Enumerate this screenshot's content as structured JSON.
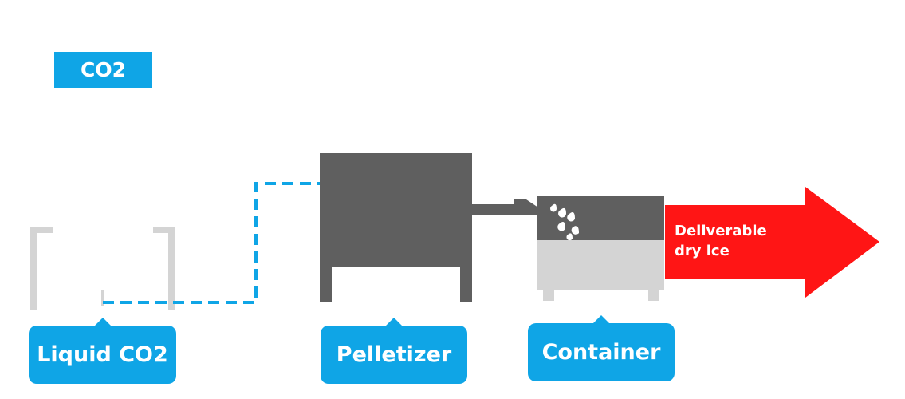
{
  "header_badge": "CO2",
  "labels": {
    "liquid_co2": "Liquid CO2",
    "pelletizer": "Pelletizer",
    "container": "Container"
  },
  "output_arrow": {
    "line1": "Deliverable",
    "line2": "dry ice"
  },
  "colors": {
    "accent_blue": "#0fa5e6",
    "machine_gray": "#5f5f5f",
    "light_gray": "#d4d4d4",
    "output_red": "#ff1515"
  },
  "icons": {
    "tank": "liquid-co2-tank-icon",
    "pelletizer": "pelletizer-machine-icon",
    "container": "dry-ice-container-icon",
    "pellets": "dry-ice-pellets-icon",
    "pipe": "co2-pipe-dashed-line",
    "arrow": "output-arrow"
  }
}
